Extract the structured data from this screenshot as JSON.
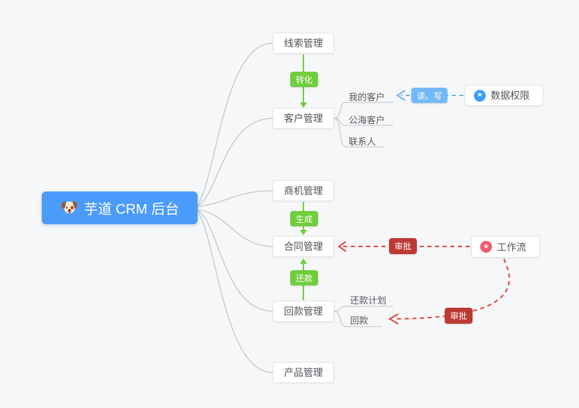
{
  "root": {
    "label": "芋道 CRM 后台",
    "emoji": "🐶"
  },
  "nodes": {
    "leads": "线索管理",
    "customers": "客户管理",
    "opportunities": "商机管理",
    "contracts": "合同管理",
    "payments": "回款管理",
    "products": "产品管理"
  },
  "children": {
    "customers": [
      "我的客户",
      "公海客户",
      "联系人"
    ],
    "payments": [
      "还款计划",
      "回款"
    ]
  },
  "badges": {
    "convert": "转化",
    "generate": "生成",
    "repay": "还款",
    "read_write": "读、写",
    "approve_contract": "审批",
    "approve_payment": "审批"
  },
  "side_nodes": {
    "data_permission": "数据权限",
    "workflow": "工作流"
  },
  "icons": {
    "star": "★"
  },
  "colors": {
    "root_bg": "#4b9bfa",
    "green": "#70cd3c",
    "blue_badge": "#74b9f7",
    "blue_line": "#6fb3f2",
    "red_badge": "#bd3a34",
    "red_line": "#e0443a",
    "gray_line": "#c9cbce",
    "node_border": "#e4e6e9",
    "background": "#f6f7f8"
  }
}
